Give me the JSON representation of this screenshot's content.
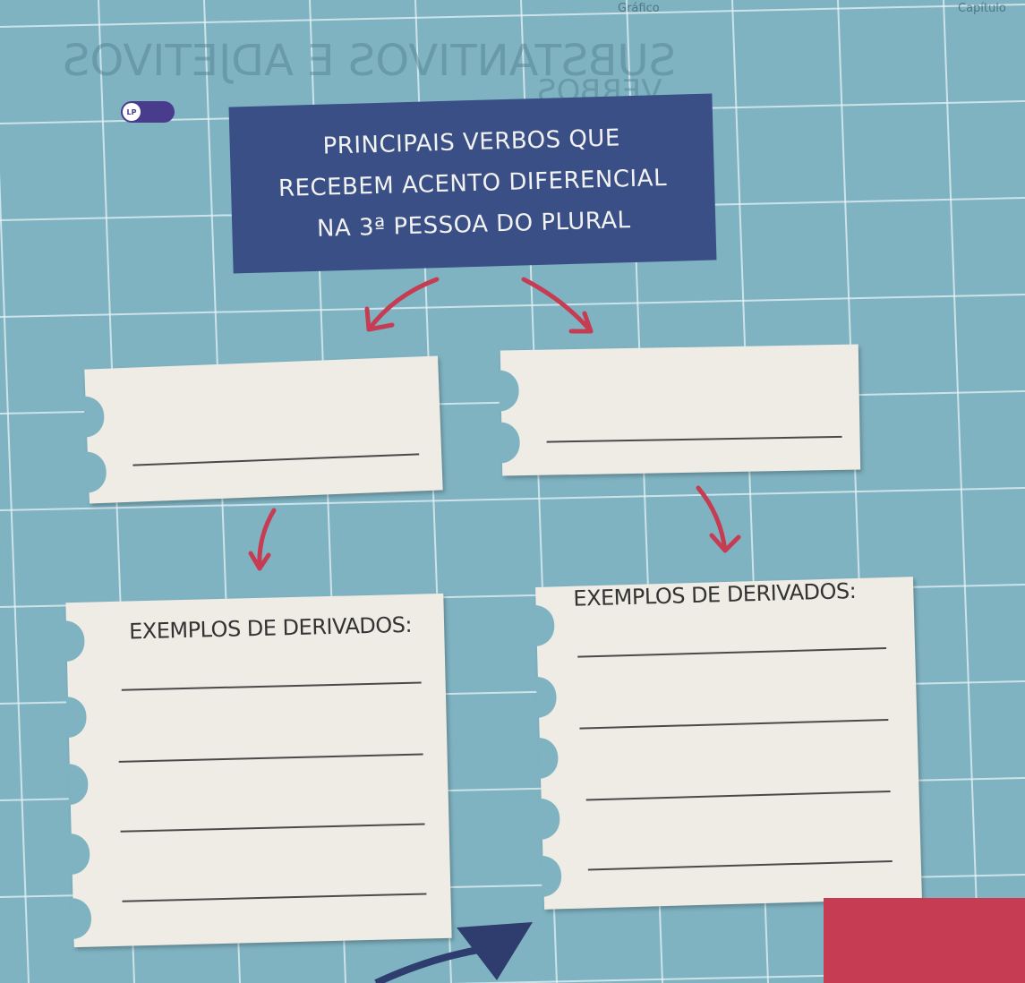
{
  "header": {
    "left_text": "Gráfico",
    "right_text": "Capítulo",
    "ghost_text_1": "SUBSTANTIVOS E ADJETIVOS",
    "ghost_text_2": "VERBOS"
  },
  "toggle": {
    "label": "LP"
  },
  "title": {
    "line1": "PRINCIPAIS VERBOS QUE",
    "line2": "RECEBEM ACENTO DIFERENCIAL",
    "line3": "NA 3ª PESSOA DO PLURAL"
  },
  "cards": {
    "left_examples_title": "EXEMPLOS DE DERIVADOS:",
    "right_examples_title": "EXEMPLOS DE DERIVADOS:"
  },
  "colors": {
    "background": "#7fb3c2",
    "title_box": "#3a4f86",
    "arrow": "#c63c52",
    "card": "#eeece4",
    "red_block": "#c63c52",
    "navy_triangle": "#2f3d6e"
  }
}
